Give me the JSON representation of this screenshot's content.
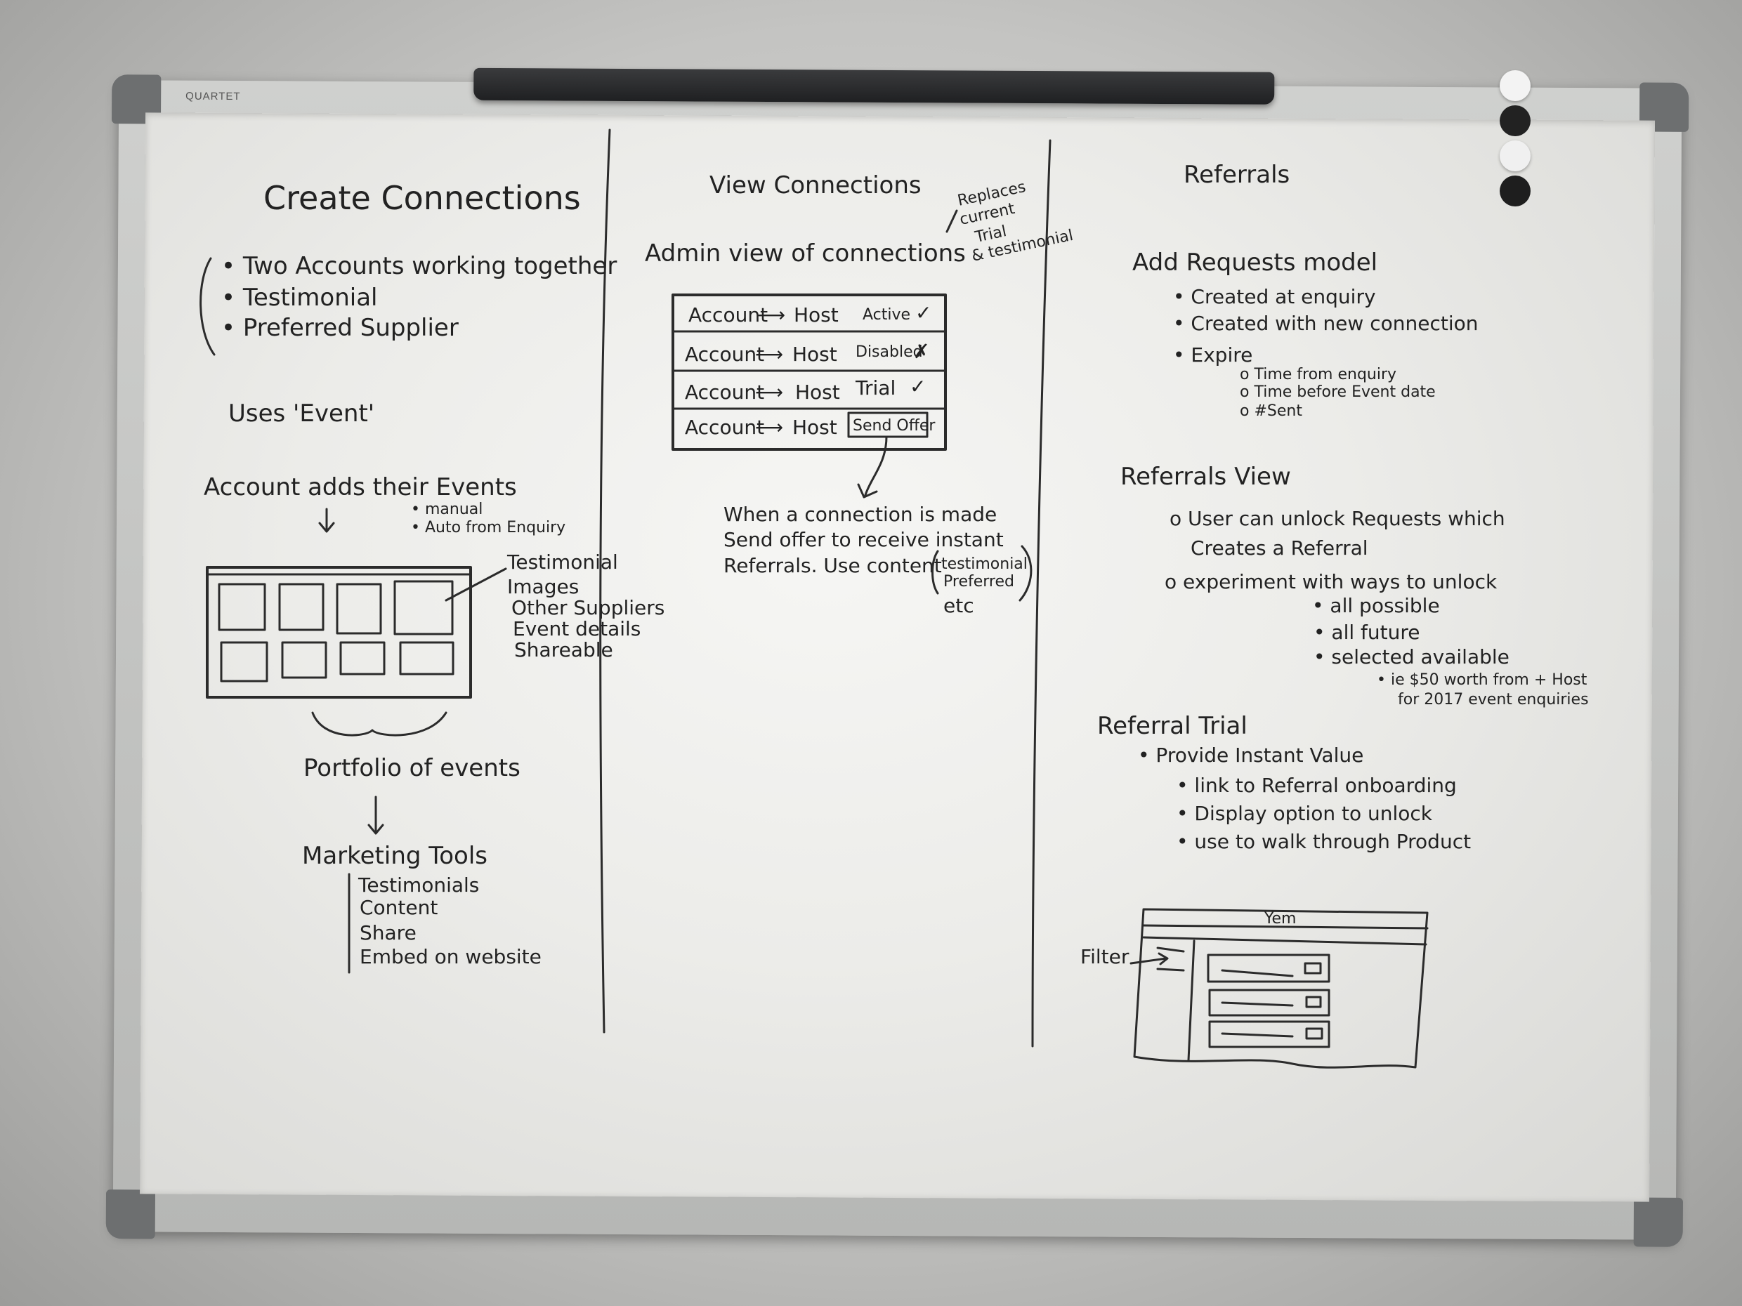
{
  "brand": "QUARTET",
  "columns": {
    "left": {
      "title": "Create Connections",
      "bullets": [
        "Two Accounts working together",
        "Testimonial",
        "Preferred Supplier"
      ],
      "uses_event": "Uses 'Event'",
      "account_adds": "Account adds their Events",
      "add_methods": [
        "manual",
        "Auto from Enquiry"
      ],
      "grid_labels": [
        "Testimonial",
        "Images",
        "Other Suppliers",
        "Event details",
        "Shareable"
      ],
      "portfolio": "Portfolio of events",
      "marketing_tools": "Marketing Tools",
      "marketing_items": [
        "Testimonials",
        "Content",
        "Share",
        "Embed on website"
      ]
    },
    "middle": {
      "title": "View Connections",
      "replaces_note": [
        "Replaces",
        "current",
        "Trial",
        "& testimonial"
      ],
      "admin_view": "Admin view of connections",
      "rows": [
        {
          "from": "Account",
          "to": "Host",
          "status": "Active",
          "mark": "✓"
        },
        {
          "from": "Account",
          "to": "Host",
          "status": "Disabled",
          "mark": "✗"
        },
        {
          "from": "Account",
          "to": "Host",
          "status": "Trial",
          "mark": "✓"
        },
        {
          "from": "Account",
          "to": "Host",
          "status": "Send Offer",
          "mark": ""
        }
      ],
      "note_lines": [
        "When a connection is made",
        "Send offer to receive instant",
        "Referrals. Use content"
      ],
      "paren_items": [
        "testimonial",
        "Preferred",
        "etc"
      ]
    },
    "right": {
      "title": "Referrals",
      "add_requests": "Add Requests model",
      "req_bullets": [
        "Created at enquiry",
        "Created with new connection",
        "Expire"
      ],
      "expire_items": [
        "Time from enquiry",
        "Time before Event date",
        "#Sent"
      ],
      "referrals_view": "Referrals View",
      "rv_bullets": [
        "User can unlock Requests which",
        "Creates a Referral",
        "experiment with ways to unlock"
      ],
      "unlock_items": [
        "all possible",
        "all future",
        "selected available"
      ],
      "example": [
        "ie $50 worth from + Host",
        "for 2017 event enquiries"
      ],
      "trial_title": "Referral Trial",
      "trial_bullet": "Provide Instant Value",
      "trial_items": [
        "link to Referral onboarding",
        "Display option to unlock",
        "use to walk through Product"
      ],
      "sketch_title": "Yem",
      "filter_label": "Filter"
    }
  }
}
